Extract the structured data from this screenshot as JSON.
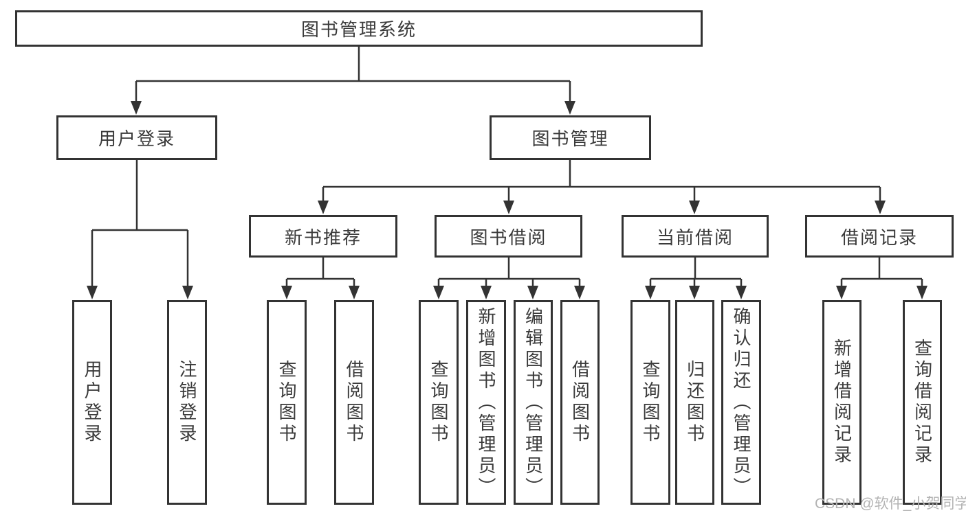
{
  "colors": {
    "line": "#333333",
    "box_border": "#333333",
    "text": "#3a3a3a",
    "background": "#ffffff",
    "watermark": "#b3b3b3"
  },
  "watermark": {
    "text": "CSDN @软件_小贺同学"
  },
  "tree": {
    "root": "图书管理系统",
    "branches": [
      {
        "label": "用户登录",
        "children": [
          "用户登录",
          "注销登录"
        ]
      },
      {
        "label": "图书管理",
        "groups": [
          {
            "label": "新书推荐",
            "children": [
              "查询图书",
              "借阅图书"
            ]
          },
          {
            "label": "图书借阅",
            "children": [
              "查询图书",
              "新增图书（管理员）",
              "编辑图书（管理员）",
              "借阅图书"
            ]
          },
          {
            "label": "当前借阅",
            "children": [
              "查询图书",
              "归还图书",
              "确认归还（管理员）"
            ]
          },
          {
            "label": "借阅记录",
            "children": [
              "新增借阅记录",
              "查询借阅记录"
            ]
          }
        ]
      }
    ]
  }
}
